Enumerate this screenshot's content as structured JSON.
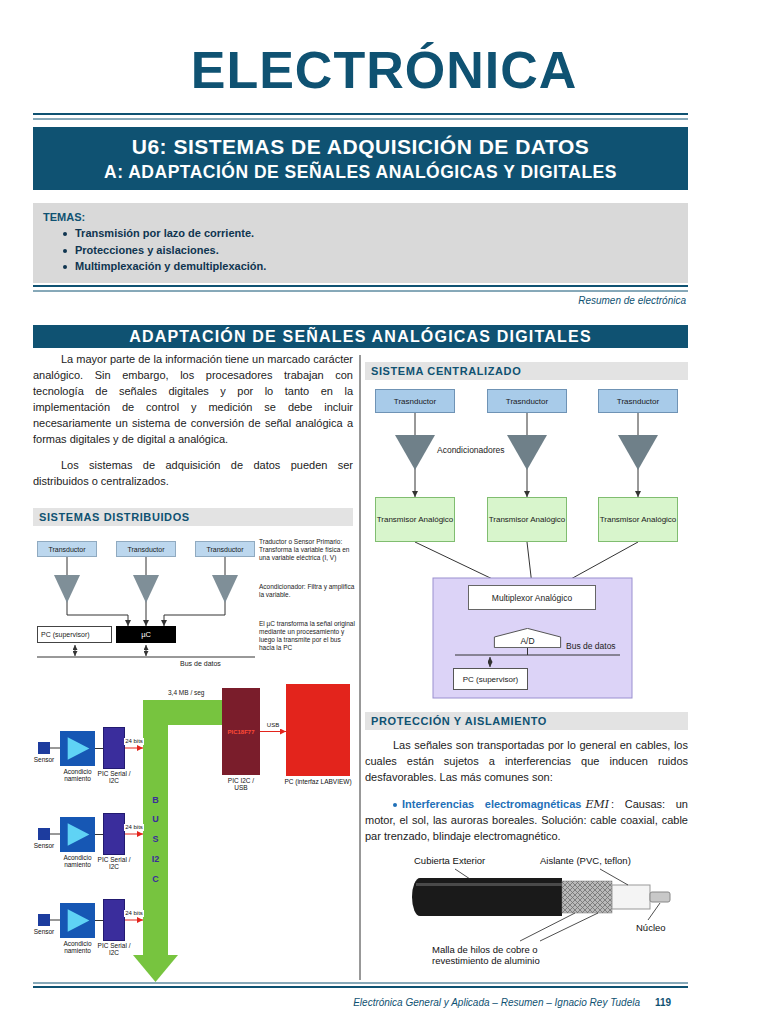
{
  "diagram": {
    "title": "ELECTRÓNICA",
    "nodes": [
      {
        "text": [
          "U6: SISTEMAS DE ADQUISICIÓN DE DATOS",
          "A: ADAPTACIÓN DE SEÑALES ANALÓGICAS Y DIGITALES"
        ]
      },
      {
        "text": [
          "TEMAS:",
          "Transmisión por lazo de corriente.",
          "Protecciones y aislaciones.",
          "Multimplexación y demultiplexación."
        ]
      },
      {
        "text": [
          "ADAPTACIÓN DE SEÑALES ANALÓGICAS DIGITALES"
        ]
      },
      {
        "text": [
          "SISTEMAS DISTRIBUIDOS"
        ]
      },
      {
        "text": [
          "Transductor"
        ]
      },
      {
        "text": [
          "Transductor"
        ]
      },
      {
        "text": [
          "Transductor"
        ]
      },
      {
        "text": [
          "PC (supervisor)"
        ]
      },
      {
        "text": [
          "µC"
        ]
      },
      {
        "text": [
          "Sensor"
        ]
      },
      {
        "text": [
          "Acondicio namiento"
        ]
      },
      {
        "text": [
          "PIC Serial / I2C"
        ]
      },
      {
        "text": [
          "Sensor"
        ]
      },
      {
        "text": [
          "Acondicio namiento"
        ]
      },
      {
        "text": [
          "PIC Serial / I2C"
        ]
      },
      {
        "text": [
          "Sensor"
        ]
      },
      {
        "text": [
          "Acondicio namiento"
        ]
      },
      {
        "text": [
          "PIC Serial / I2C"
        ]
      },
      {
        "text": [
          "BUS I2C"
        ]
      },
      {
        "text": [
          "PIC18F77",
          "PIC I2C / USB"
        ]
      },
      {
        "text": [
          "PC (interfaz LABVIEW)"
        ]
      },
      {
        "text": [
          "SISTEMA CENTRALIZADO"
        ]
      },
      {
        "text": [
          "Trasnductor"
        ]
      },
      {
        "text": [
          "Trasnductor"
        ]
      },
      {
        "text": [
          "Trasnductor"
        ]
      },
      {
        "text": [
          "Transmisor Analógico"
        ]
      },
      {
        "text": [
          "Transmisor Analógico"
        ]
      },
      {
        "text": [
          "Transmisor Analógico"
        ]
      },
      {
        "text": [
          "Multiplexor Analógico"
        ]
      },
      {
        "text": [
          "A/D"
        ]
      },
      {
        "text": [
          "PC (supervisor)"
        ]
      },
      {
        "text": [
          "PROTECCIÓN Y AISLAMIENTO"
        ]
      }
    ],
    "edges": [
      {
        "from": 4,
        "to": 8,
        "arrow": "to"
      },
      {
        "from": 5,
        "to": 8,
        "arrow": "to"
      },
      {
        "from": 6,
        "to": 8,
        "arrow": "to"
      },
      {
        "from": 9,
        "to": 10,
        "arrow": "none"
      },
      {
        "from": 10,
        "to": 11,
        "arrow": "none"
      },
      {
        "from": 11,
        "to": 18,
        "label": "24 bits",
        "arrow": "to"
      },
      {
        "from": 12,
        "to": 13,
        "arrow": "none"
      },
      {
        "from": 13,
        "to": 14,
        "arrow": "none"
      },
      {
        "from": 14,
        "to": 18,
        "label": "24 bits",
        "arrow": "to"
      },
      {
        "from": 15,
        "to": 16,
        "arrow": "none"
      },
      {
        "from": 16,
        "to": 17,
        "arrow": "none"
      },
      {
        "from": 17,
        "to": 18,
        "label": "24 bits",
        "arrow": "to"
      },
      {
        "from": 19,
        "to": 20,
        "label": "USB",
        "arrow": "to"
      },
      {
        "from": 22,
        "to": 25,
        "arrow": "to"
      },
      {
        "from": 23,
        "to": 26,
        "arrow": "to"
      },
      {
        "from": 24,
        "to": 27,
        "arrow": "to"
      },
      {
        "from": 25,
        "to": 28,
        "arrow": "to"
      },
      {
        "from": 26,
        "to": 28,
        "arrow": "to"
      },
      {
        "from": 27,
        "to": 28,
        "arrow": "to"
      },
      {
        "from": 28,
        "to": 29,
        "arrow": "to"
      }
    ],
    "labels": [
      "Resumen de electrónica",
      "La mayor parte de la información tiene un marcado carácter analógico. Sin embargo, los procesadores trabajan con tecnología de señales digitales y por lo tanto en la implementación de control y medición se debe incluir necesariamente un sistema de conversión de señal analógica a formas digitales y de digital a analógica.",
      "Los sistemas de adquisición de datos pueden ser distribuidos o centralizados.",
      "Traductor o Sensor Primario: Transforma la variable física en una variable eléctrica (I, V)",
      "Acondicionador: Filtra y amplifica la variable.",
      "El µC transforma la señal original mediante un procesamiento y luego la transmite por el bus hacia la PC",
      "Bus de datos",
      "3,4 MB / seg",
      "Acondicionadores",
      "Bus de datos",
      "Las señales son transportadas por lo general en cables, los cuales están sujetos a interferencias que inducen ruidos desfavorables. Las más comunes son:",
      "Interferencias electromagnéticas",
      "EMI",
      ": Causas: un motor, el sol, las auroras boreales. Solución: cable coaxial, cable par trenzado, blindaje electromagnético.",
      "Cubierta Exterior",
      "Aislante (PVC, teflon)",
      "Núcleo",
      "Malla de hilos de cobre o revestimiento de aluminio",
      "Electrónica General y Aplicada – Resumen – Ignacio Rey Tudela",
      "119"
    ]
  }
}
